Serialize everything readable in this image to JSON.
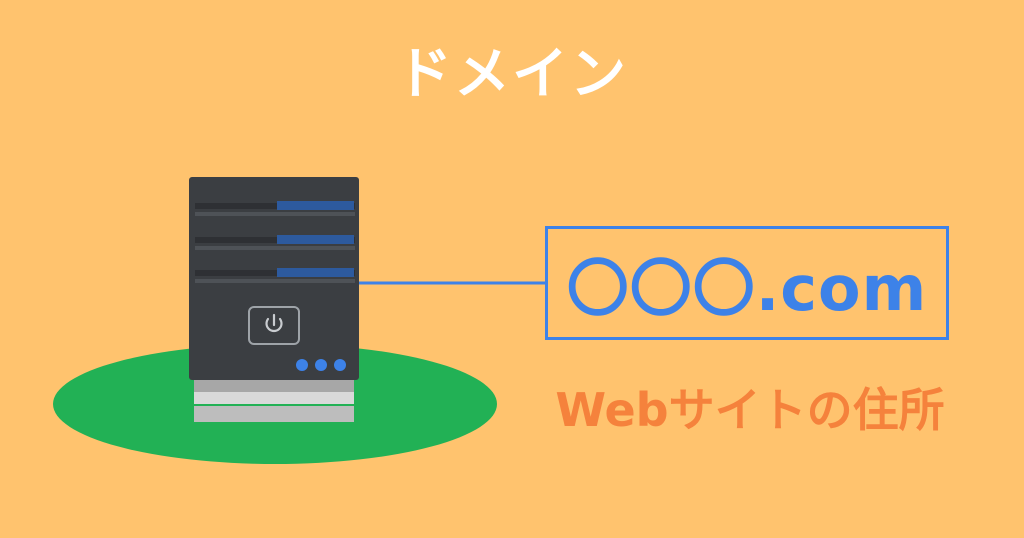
{
  "title": "ドメイン",
  "domain": "〇〇〇.com",
  "caption": "Webサイトの住所",
  "colors": {
    "background": "#ffc36e",
    "title": "#ffffff",
    "accent_blue": "#3d82e8",
    "caption_orange": "#f5823c",
    "ground_green": "#22b155",
    "server_body": "#3b3e42"
  },
  "icons": [
    "server-icon",
    "power-icon"
  ]
}
